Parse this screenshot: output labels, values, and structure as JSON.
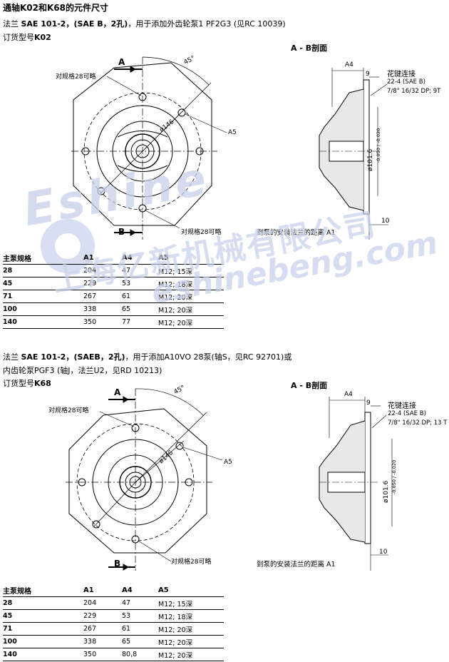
{
  "title": "通轴K02和K68的元件尺寸",
  "section1": {
    "line1_prefix": "法兰 ",
    "line1_bold": "SAE 101-2，(SAE B，2孔)",
    "line1_rest": "，用于添加外齿轮泵1 PF2G3 (见RC 10039)",
    "order_prefix": "订货型号",
    "order_code": "K02",
    "section_label": "A - B剖面",
    "label_A": "A",
    "label_B": "B",
    "angle": "45°",
    "dia": "ø146",
    "a5": "A5",
    "hole_note_top": "对规格28可略",
    "hole_note_bottom": "对规格28可略",
    "spline_title": "花键连接",
    "spline_1": "22-4 (SAE B)",
    "spline_2": "7/8\" 16/32 DP; 9T",
    "dim_a4": "A4",
    "dim_9": "9",
    "dim_10": "10",
    "dim_dia": "ø101.6",
    "tol": "-0.050 / -0.020",
    "distance_note": "到泵的安装法兰的距离 A1",
    "table": {
      "headers": [
        "主泵规格",
        "A1",
        "A4",
        "A5"
      ],
      "rows": [
        [
          "28",
          "204",
          "47",
          "M12; 15深"
        ],
        [
          "45",
          "229",
          "53",
          "M12; 18深"
        ],
        [
          "71",
          "267",
          "61",
          "M12; 20深"
        ],
        [
          "100",
          "338",
          "65",
          "M12; 20深"
        ],
        [
          "140",
          "350",
          "77",
          "M12; 20深"
        ]
      ]
    }
  },
  "section2": {
    "line1_prefix": "法兰 ",
    "line1_bold": "SAE 101-2，(SAEB，2孔)",
    "line1_rest": "，用于添加A10VO 28泵(轴S，见RC 92701)或",
    "line2": "内齿轮泵PGF3 (轴J，法兰U2，见RD 10213)",
    "order_prefix": "订货型号",
    "order_code": "K68",
    "section_label": "A - B剖面",
    "label_A": "A",
    "label_B": "B",
    "angle": "45°",
    "dia": "ø146",
    "a5": "A5",
    "hole_note_top": "对规格28可略",
    "hole_note_bottom": "对规格28可略",
    "spline_title": "花键连接",
    "spline_1": "22-4 (SAE B)",
    "spline_2": "7/8\" 16/32 DP; 13 T",
    "dim_a4": "A4",
    "dim_9": "9",
    "dim_10": "10",
    "dim_dia": "ø101.6",
    "tol": "-0.050 / -0.020",
    "distance_note": "到泵的安装法兰的距离 A1",
    "table": {
      "headers": [
        "主泵规格",
        "A1",
        "A4",
        "A5"
      ],
      "rows": [
        [
          "28",
          "204",
          "47",
          "M12; 15深"
        ],
        [
          "45",
          "229",
          "53",
          "M12; 18深"
        ],
        [
          "71",
          "267",
          "61",
          "M12; 20深"
        ],
        [
          "100",
          "338",
          "65",
          "M12; 20深"
        ],
        [
          "140",
          "350",
          "80,8",
          "M12; 20深"
        ]
      ]
    }
  },
  "watermark": {
    "brand": "Eshine",
    "cn": "上海亿新机械有限公司",
    "url": "eshinebeng.com"
  }
}
